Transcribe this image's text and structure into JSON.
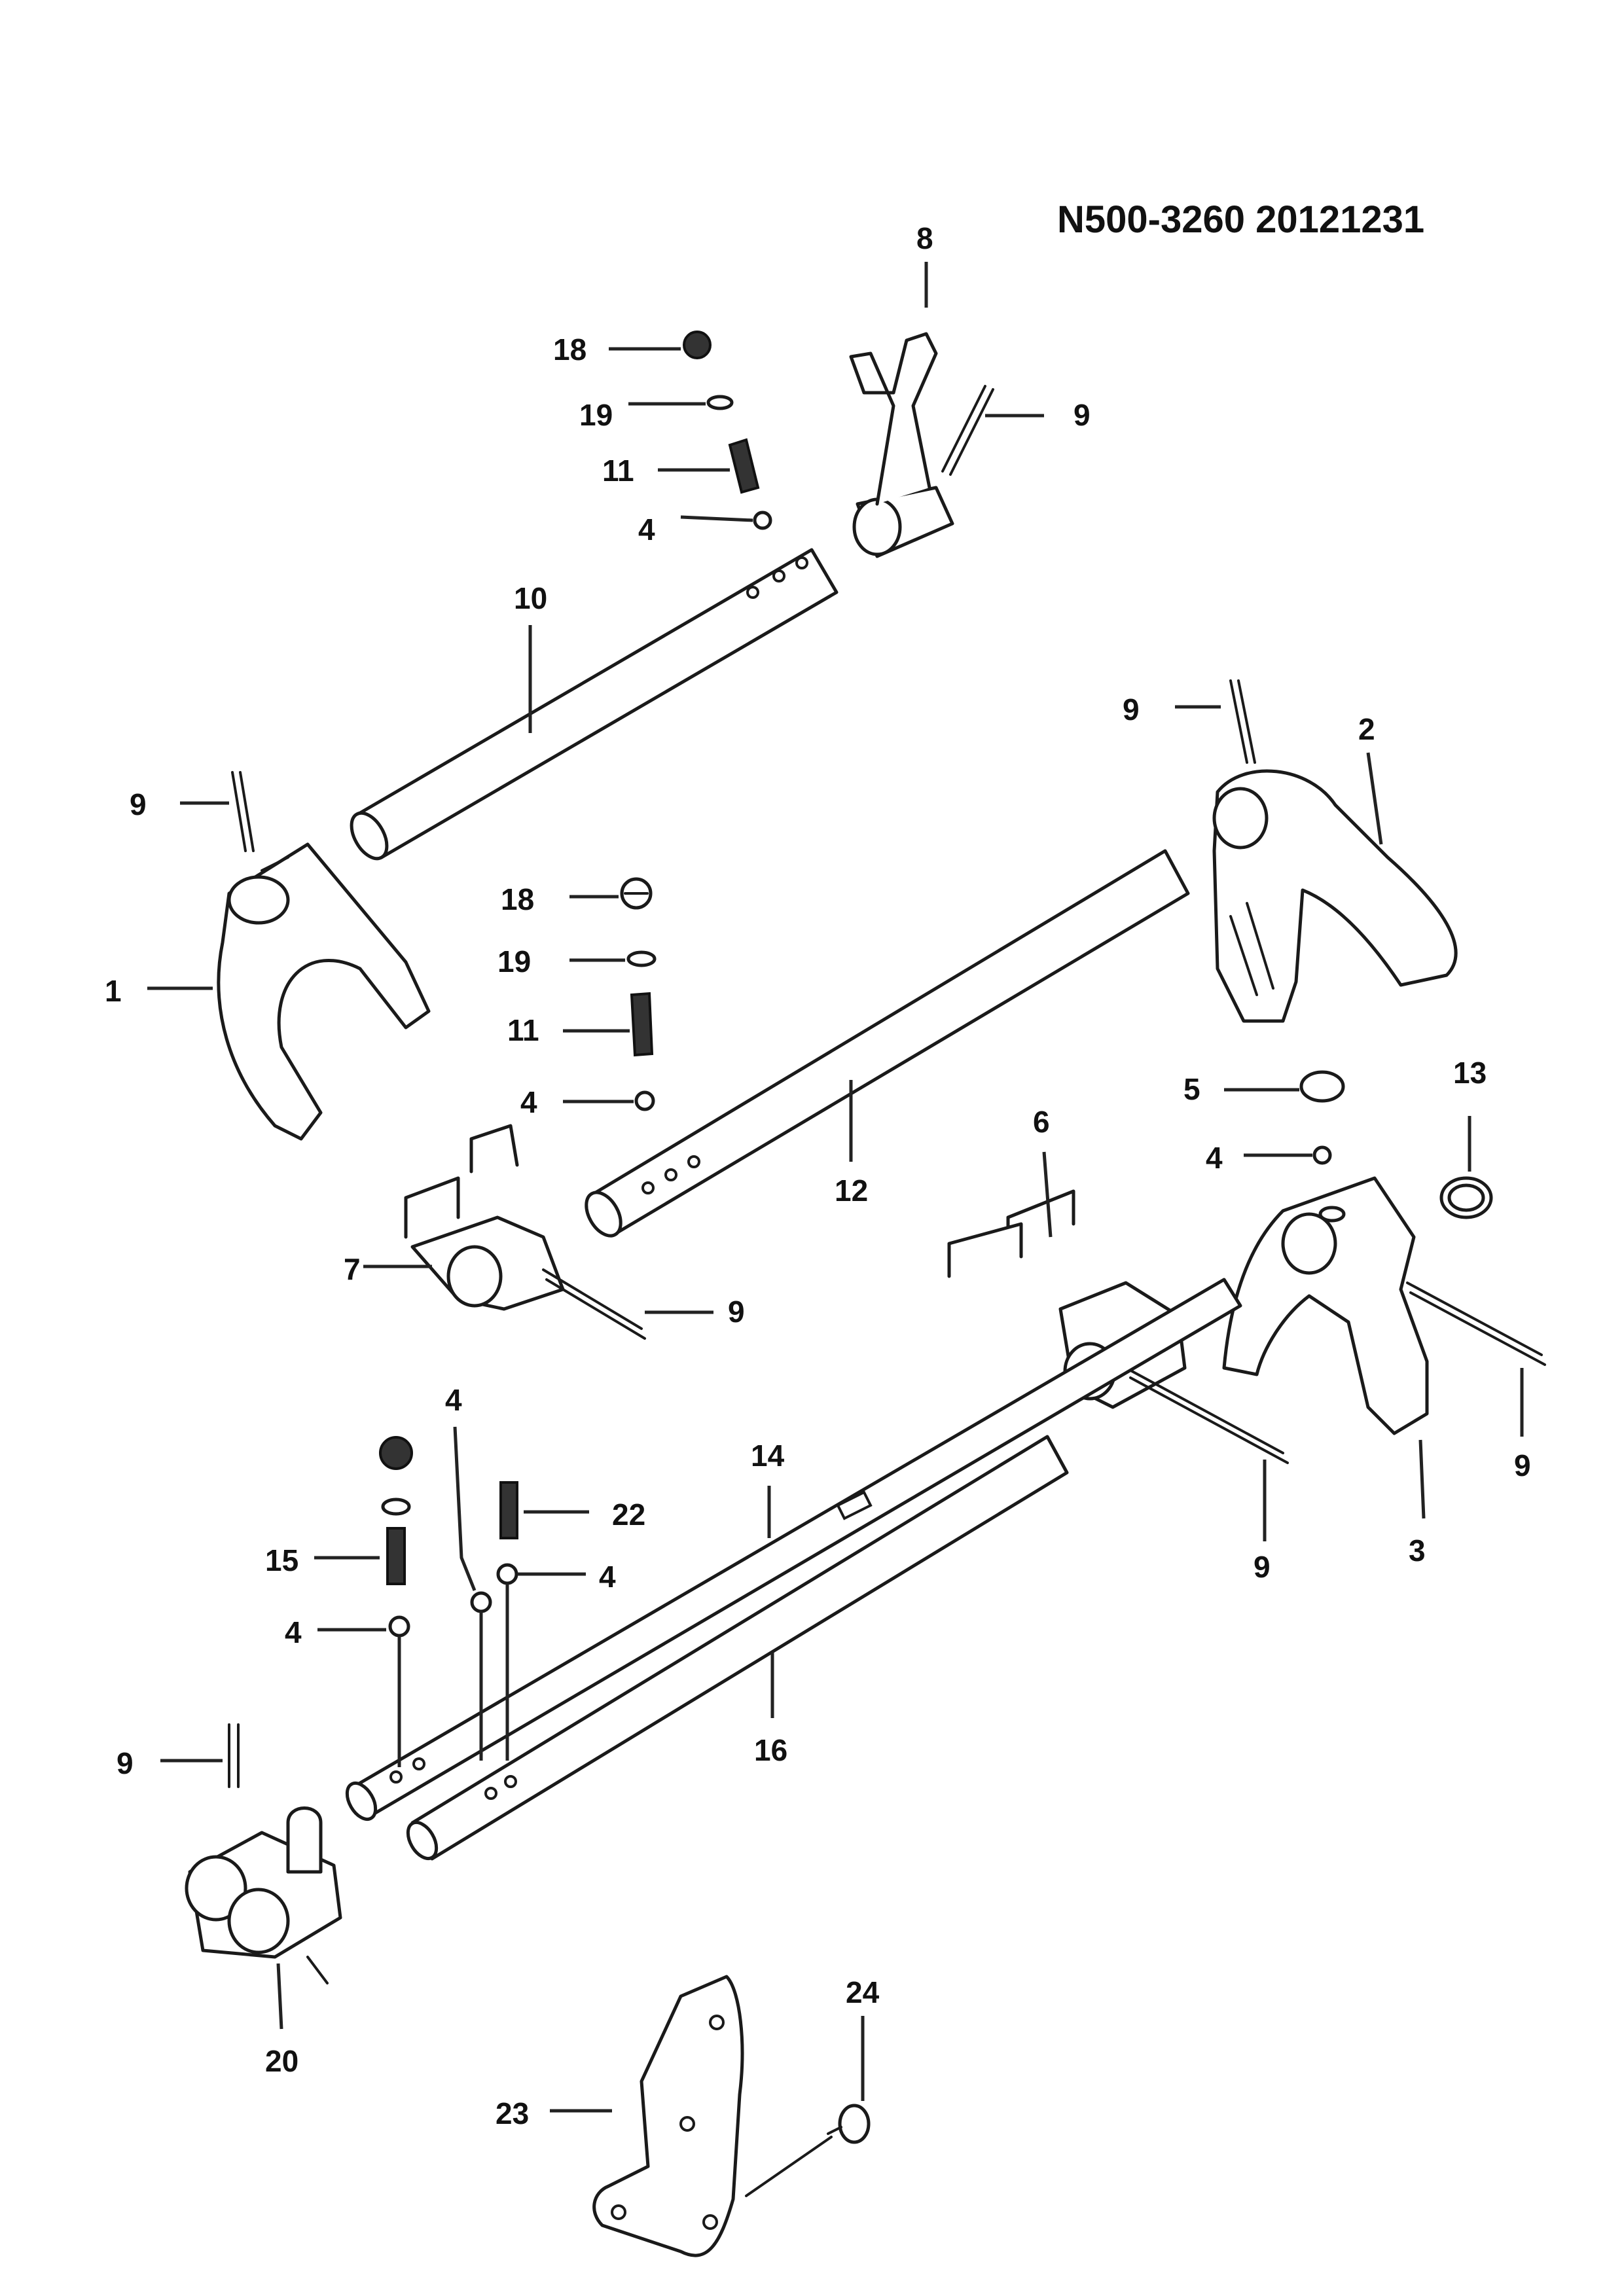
{
  "document_code": "N500-3260  20121231",
  "callouts": {
    "c01": "8",
    "c02": "18",
    "c03": "19",
    "c04": "9",
    "c05": "11",
    "c06": "4",
    "c07": "10",
    "c08": "9",
    "c09": "2",
    "c10": "9",
    "c11": "18",
    "c12": "1",
    "c13": "19",
    "c14": "11",
    "c15": "4",
    "c16": "5",
    "c17": "13",
    "c18": "6",
    "c19": "4",
    "c20": "12",
    "c21": "7",
    "c22": "9",
    "c23": "4",
    "c24": "14",
    "c25": "22",
    "c26": "15",
    "c27": "4",
    "c28": "9",
    "c29": "4",
    "c30": "9",
    "c31": "3",
    "c32": "16",
    "c33": "9",
    "c34": "20",
    "c35": "24",
    "c36": "23"
  },
  "colors": {
    "line": "#1a1a1a",
    "background": "#ffffff",
    "dark_fill": "#333333"
  }
}
